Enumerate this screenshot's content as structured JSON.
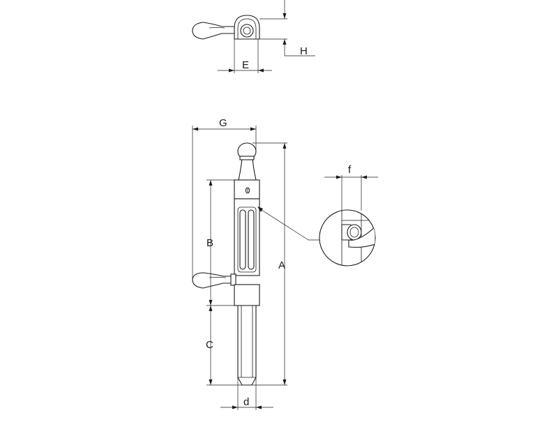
{
  "dimensions": {
    "E": "E",
    "H": "H",
    "G": "G",
    "B": "B",
    "A": "A",
    "C": "C",
    "d": "d",
    "f": "f"
  }
}
